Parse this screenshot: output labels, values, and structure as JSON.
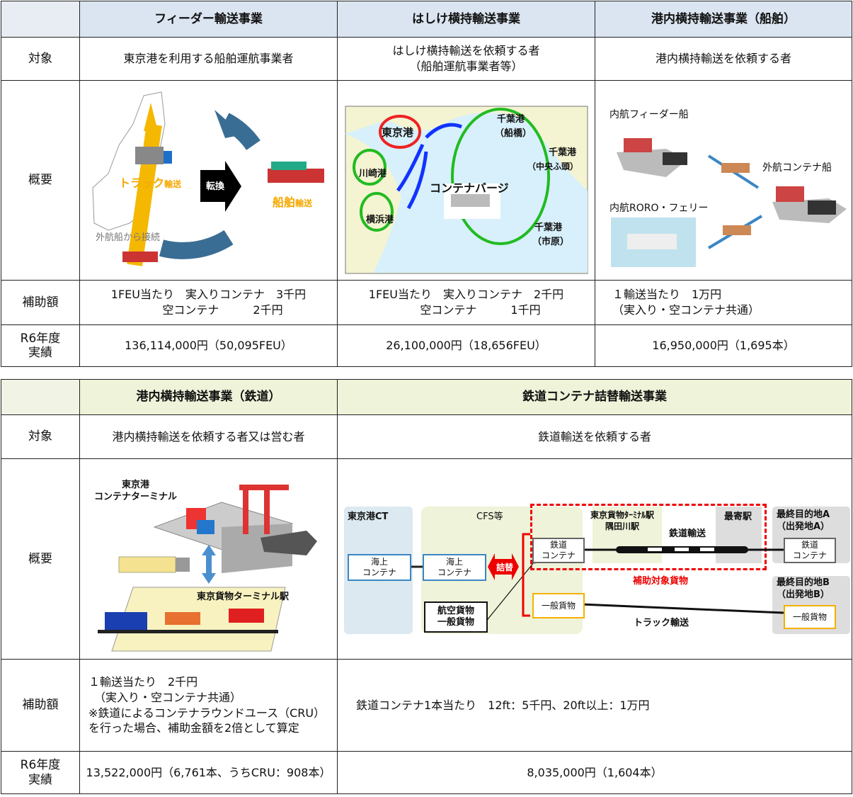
{
  "table1": {
    "headers": [
      "フィーダー輸送事業",
      "はしけ横持輸送事業",
      "港内横持輸送事業（船舶）"
    ],
    "row_labels": {
      "target": "対象",
      "overview": "概要",
      "subsidy": "補助額",
      "result": "R6年度\n実績"
    },
    "target": [
      "東京港を利用する船舶運航事業者",
      "はしけ横持輸送を依頼する者",
      "（船舶運航事業者等）",
      "港内横持輸送を依頼する者"
    ],
    "feeder_fig": {
      "truck": "トラック",
      "truck_suffix": "輸送",
      "convert": "転換",
      "ship": "船舶",
      "ship_suffix": "輸送",
      "foreign": "外航船から接続"
    },
    "barge_fig": {
      "tokyo": "東京港",
      "kawasaki": "川崎港",
      "yokohama": "横浜港",
      "chiba1": "千葉港",
      "chiba1b": "（船橋）",
      "chiba2": "千葉港",
      "chiba2b": "（中央ふ頭）",
      "chiba3": "千葉港",
      "chiba3b": "（市原）",
      "barge": "コンテナバージ"
    },
    "ship_fig": {
      "feeder": "内航フィーダー船",
      "foreign": "外航コンテナ船",
      "roro": "内航RORO・フェリー"
    },
    "subsidy": [
      [
        "1FEU当たり　実入りコンテナ　3千円",
        "空コンテナ　　　2千円"
      ],
      [
        "1FEU当たり　実入りコンテナ　2千円",
        "空コンテナ　　　1千円"
      ],
      [
        "１輸送当たり　1万円",
        "（実入り・空コンテナ共通）"
      ]
    ],
    "result": [
      "136,114,000円（50,095FEU）",
      "26,100,000円（18,656FEU）",
      "16,950,000円（1,695本）"
    ]
  },
  "table2": {
    "headers": [
      "港内横持輸送事業（鉄道）",
      "鉄道コンテナ詰替輸送事業"
    ],
    "row_labels": {
      "target": "対象",
      "overview": "概要",
      "subsidy": "補助額",
      "result": "R6年度\n実績"
    },
    "target": [
      "港内横持輸送を依頼する者又は営む者",
      "鉄道輸送を依頼する者"
    ],
    "rail_fig": {
      "terminal": "東京港\nコンテナターミナル",
      "station": "東京貨物ターミナル駅"
    },
    "diagram": {
      "ct": "東京港CT",
      "cfs": "CFS等",
      "sea1": "海上\nコンテナ",
      "sea2": "海上\nコンテナ",
      "swap": "詰替",
      "air": "航空貨物\n一般貨物",
      "railc": "鉄道\nコンテナ",
      "general": "一般貨物",
      "tft": "東京貨物ﾀｰﾐﾅﾙ駅\n隅田川駅",
      "railtx": "鉄道輸送",
      "nearest": "最寄駅",
      "destA": "最終目的地A\n（出発地A）",
      "railcA": "鉄道\nコンテナ",
      "target": "補助対象貨物",
      "destB": "最終目的地B\n（出発地B）",
      "generalB": "一般貨物",
      "truck": "トラック輸送"
    },
    "subsidy": [
      "１輸送当たり　2千円",
      "　（実入り・空コンテナ共通）",
      "※鉄道によるコンテナラウンドユース（CRU）を行った場合、補助金額を2倍として算定",
      "鉄道コンテナ1本当たり　12ft：5千円、20ft以上：1万円"
    ],
    "result": [
      "13,522,000円（6,761本、うちCRU：908本）",
      "8,035,000円（1,604本）"
    ]
  }
}
